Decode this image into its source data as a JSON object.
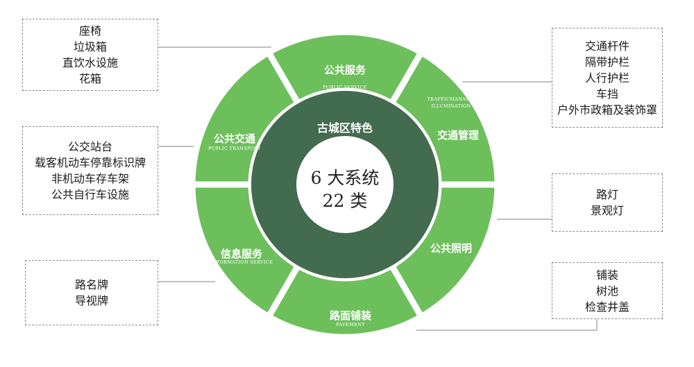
{
  "hub": {
    "ring_label": "古城区特色",
    "center_line1": "6 大系统",
    "center_line2": "22 类"
  },
  "segments": [
    {
      "key": "public-service",
      "title": "公共服务",
      "subtitle": "PUBLIC SERVICE"
    },
    {
      "key": "traffic-management",
      "title": "交通管理",
      "subtitle": "TRAFFICMANAGEMENT"
    },
    {
      "key": "illumination",
      "title": "公共照明",
      "subtitle": "ILLUMINATION"
    },
    {
      "key": "pavement",
      "title": "路面铺装",
      "subtitle": "PAVEMENT"
    },
    {
      "key": "information-service",
      "title": "信息服务",
      "subtitle": "INFORMATION SERVICE"
    },
    {
      "key": "public-transport",
      "title": "公共交通",
      "subtitle": "PUBLIC  TRANSPORT"
    }
  ],
  "boxes": {
    "public_service": [
      "座椅",
      "垃圾箱",
      "直饮水设施",
      "花箱"
    ],
    "public_transport": [
      "公交站台",
      "载客机动车停靠标识牌",
      "非机动车存车架",
      "公共自行车设施"
    ],
    "information_service": [
      "路名牌",
      "导视牌"
    ],
    "traffic_management": [
      "交通杆件",
      "隔带护栏",
      "人行护栏",
      "车挡",
      "户外市政箱及装饰罩"
    ],
    "illumination": [
      "路灯",
      "景观灯"
    ],
    "pavement": [
      "铺装",
      "树池",
      "检查井盖"
    ]
  },
  "colors": {
    "segment": "#6dbf5c",
    "ring": "#436b4f",
    "center": "#ffffff",
    "connector": "#9a9a9a",
    "dashed_border": "#8a8a8a"
  }
}
